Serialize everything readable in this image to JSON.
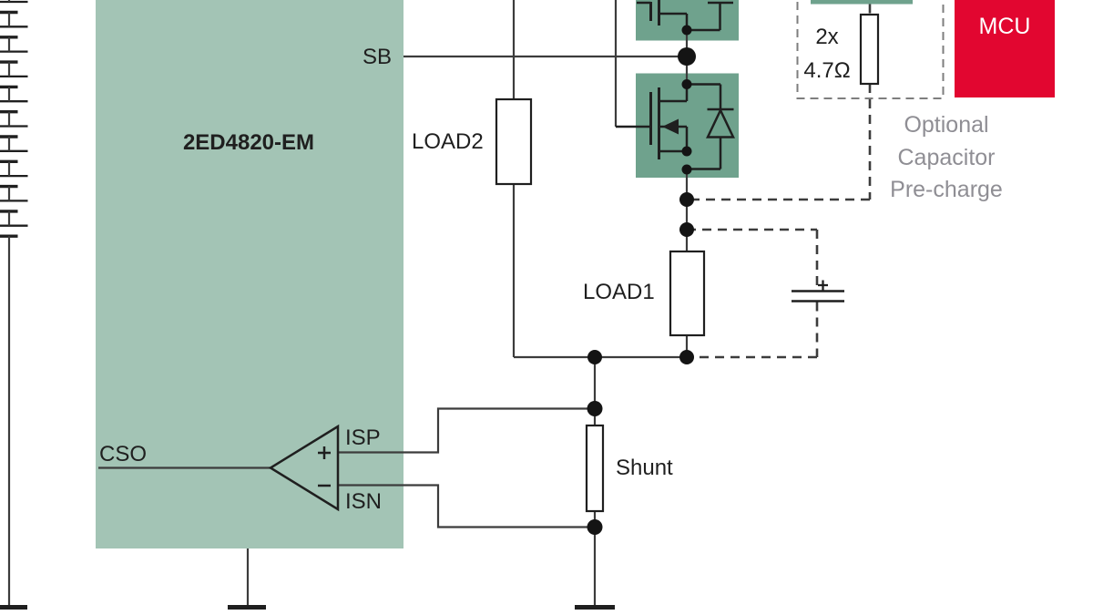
{
  "chip": {
    "name": "2ED4820-EM",
    "pin_sb": "SB",
    "pin_cso": "CSO",
    "pin_isp": "ISP",
    "pin_isn": "ISN"
  },
  "components": {
    "load1": "LOAD1",
    "load2": "LOAD2",
    "shunt": "Shunt",
    "mcu": "MCU",
    "precharge_resistor_qty": "2x",
    "precharge_resistor_value": "4.7Ω"
  },
  "annotations": {
    "precharge_note_line1": "Optional",
    "precharge_note_line2": "Capacitor",
    "precharge_note_line3": "Pre-charge"
  },
  "colors": {
    "background": "#ffffff",
    "chip_fill": "#a3c4b5",
    "mosfet_fill": "#6fa28d",
    "mcu_fill": "#e20630",
    "mcu_text": "#ffffff",
    "wire": "#3c3c3c",
    "symbol": "#1f1f1f",
    "dot": "#141414",
    "label_text": "#1f1f1f",
    "note_text": "#8f8e94",
    "gray_dash": "#7e7e7e",
    "resistor_fill": "#ffffff"
  }
}
